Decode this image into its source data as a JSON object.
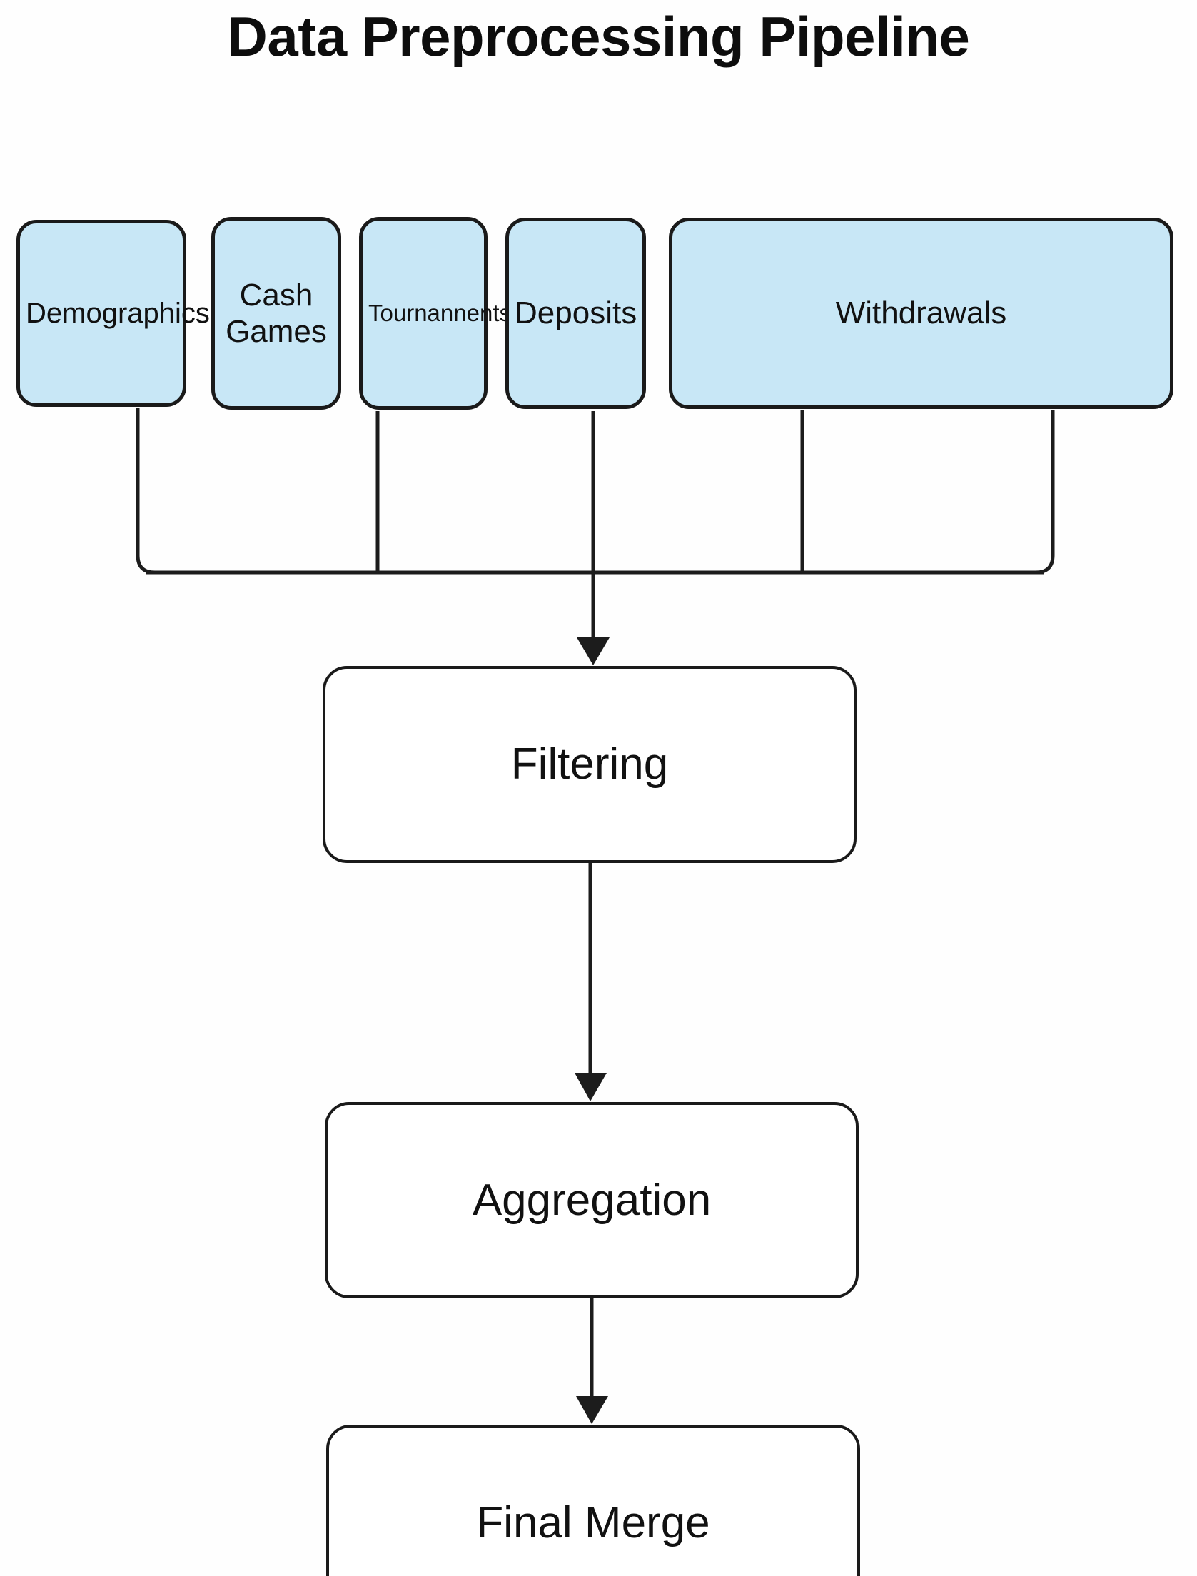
{
  "title": "Data Preprocessing Pipeline",
  "background_color": "#fefefe",
  "palette": {
    "source_fill": "#c8e7f6",
    "stage_fill": "#ffffff",
    "border": "#1a1a1a",
    "text": "#111111",
    "connector": "#1c1c1c"
  },
  "sources": [
    {
      "id": "demographics",
      "label": "Demographics"
    },
    {
      "id": "cash-games",
      "label": "Cash\nGames"
    },
    {
      "id": "tournaments",
      "label": "Tournannents"
    },
    {
      "id": "deposits",
      "label": "Deposits"
    },
    {
      "id": "withdrawals",
      "label": "Withdrawals"
    }
  ],
  "stages": [
    {
      "id": "filtering",
      "label": "Filtering"
    },
    {
      "id": "aggregation",
      "label": "Aggregation"
    },
    {
      "id": "final-merge",
      "label": "Final Merge"
    }
  ],
  "flow": {
    "merge_description": "All five source boxes join a single bus which feeds Filtering",
    "edges": [
      {
        "from": "demographics",
        "to": "filtering"
      },
      {
        "from": "cash-games",
        "to": "filtering"
      },
      {
        "from": "tournaments",
        "to": "filtering"
      },
      {
        "from": "deposits",
        "to": "filtering"
      },
      {
        "from": "withdrawals",
        "to": "filtering"
      },
      {
        "from": "filtering",
        "to": "aggregation"
      },
      {
        "from": "aggregation",
        "to": "final-merge"
      }
    ]
  }
}
